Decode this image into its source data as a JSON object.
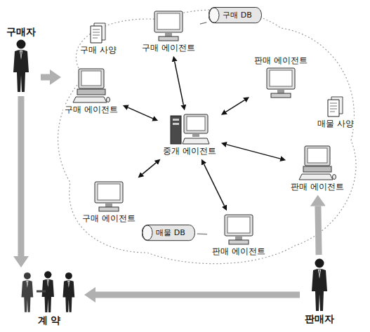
{
  "diagram": {
    "nodes": [
      {
        "text": [
          "구매자"
        ]
      },
      {
        "text": [
          "구매 DB"
        ]
      },
      {
        "text": [
          "구매 에이전트"
        ]
      },
      {
        "text": [
          "구매 사양"
        ]
      },
      {
        "text": [
          "판매 에이전트"
        ]
      },
      {
        "text": [
          "구매 에이전트"
        ]
      },
      {
        "text": [
          "중개 에이전트"
        ]
      },
      {
        "text": [
          "매물 사양"
        ]
      },
      {
        "text": [
          "판매 에이전트"
        ]
      },
      {
        "text": [
          "구매 에이전트"
        ]
      },
      {
        "text": [
          "매물 DB"
        ]
      },
      {
        "text": [
          "판매 에이전트"
        ]
      },
      {
        "text": [
          "판매자"
        ]
      },
      {
        "text": [
          "계 약"
        ]
      }
    ],
    "edges": [
      {
        "from": 0,
        "to": 5,
        "arrow": "to"
      },
      {
        "from": 0,
        "to": 13,
        "arrow": "to"
      },
      {
        "from": 1,
        "to": 2,
        "arrow": "none"
      },
      {
        "from": 6,
        "to": 2,
        "arrow": "both"
      },
      {
        "from": 6,
        "to": 4,
        "arrow": "both"
      },
      {
        "from": 6,
        "to": 5,
        "arrow": "both"
      },
      {
        "from": 6,
        "to": 8,
        "arrow": "both"
      },
      {
        "from": 6,
        "to": 9,
        "arrow": "both"
      },
      {
        "from": 6,
        "to": 11,
        "arrow": "both"
      },
      {
        "from": 10,
        "to": 11,
        "arrow": "none"
      },
      {
        "from": 12,
        "to": 8,
        "arrow": "to"
      },
      {
        "from": 12,
        "to": 13,
        "arrow": "to"
      }
    ]
  }
}
